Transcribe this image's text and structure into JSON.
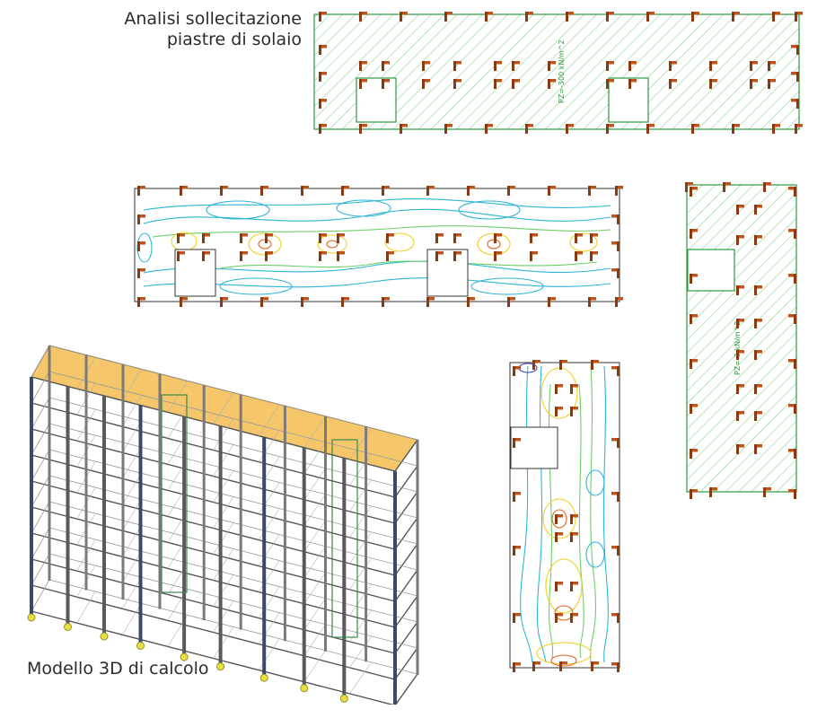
{
  "captions": {
    "top_line1": "Analisi sollecitazione",
    "top_line2": "piastre di solaio",
    "bottom": "Modello 3D di calcolo"
  },
  "slab_plans": {
    "top_load_label": "PZ=-300 kN/m^2",
    "side_load_label": "PZ=-3 kN/m^2"
  },
  "colors": {
    "hatch": "#8fcf95",
    "slab_outline": "#2e9a3e",
    "column": "#c0531a",
    "column_dark": "#8a3a12",
    "contour_low": "#2fb5d6",
    "contour_mid": "#6fcf6a",
    "contour_high": "#f0d020",
    "contour_peak": "#e06020",
    "roof": "#f5c76a",
    "frame": "#555555"
  }
}
